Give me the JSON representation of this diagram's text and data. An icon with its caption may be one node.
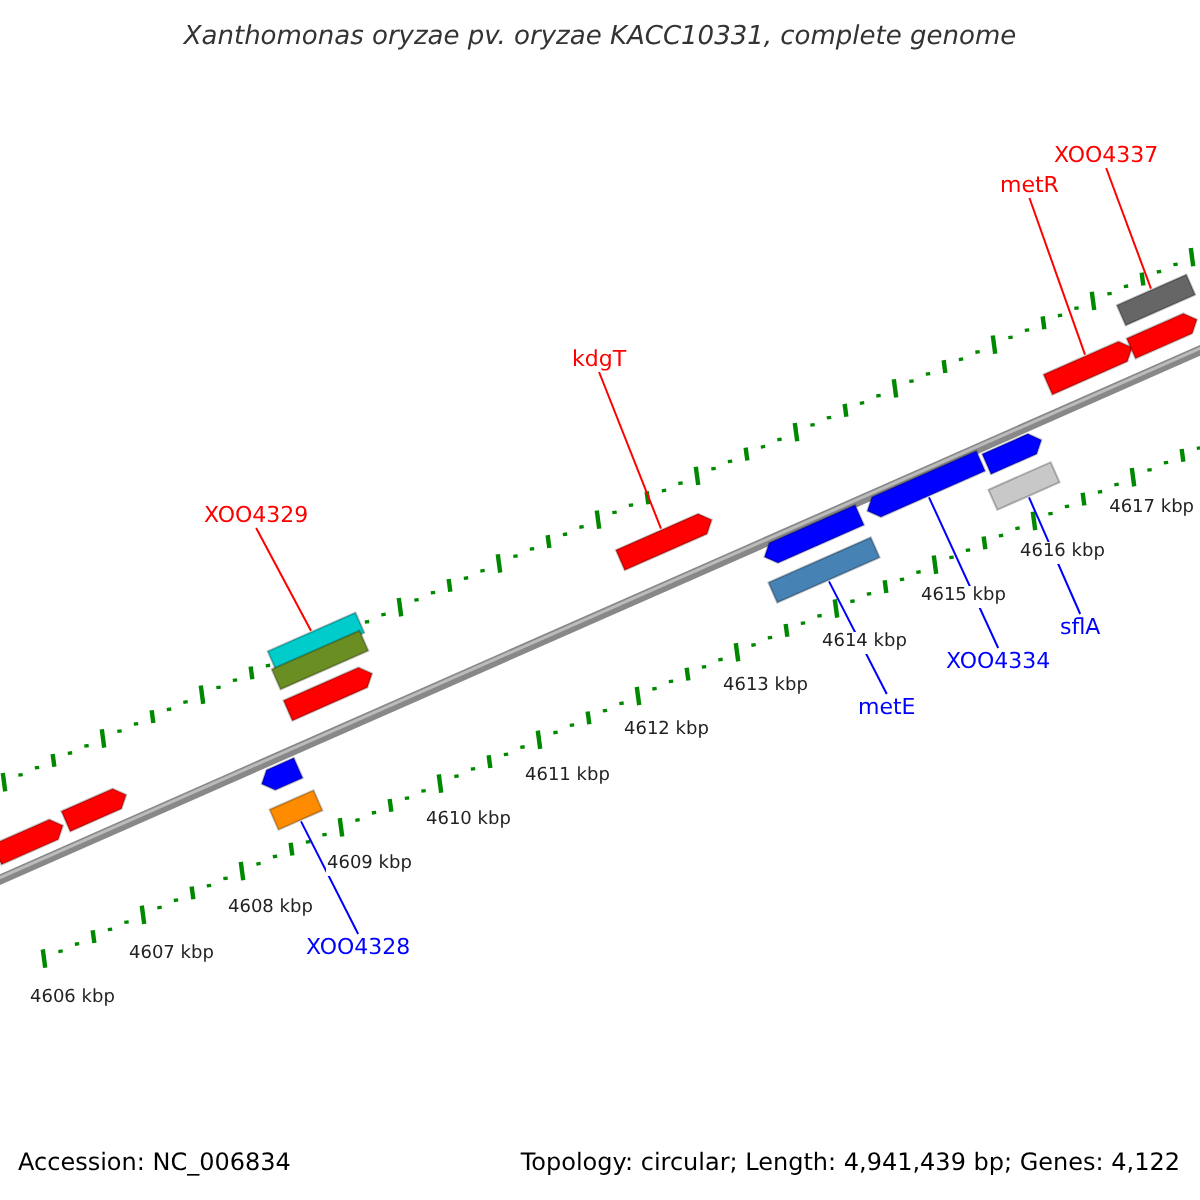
{
  "diagram": {
    "title": "Xanthomonas oryzae pv. oryzae KACC10331, complete genome",
    "nodes": [
      {
        "text": [
          "XOO4337"
        ]
      },
      {
        "text": [
          "metR"
        ]
      },
      {
        "text": [
          "kdgT"
        ]
      },
      {
        "text": [
          "XOO4329"
        ]
      },
      {
        "text": [
          "sflA"
        ]
      },
      {
        "text": [
          "XOO4334"
        ]
      },
      {
        "text": [
          "metE"
        ]
      },
      {
        "text": [
          "XOO4328"
        ]
      },
      {
        "text": [],
        "shape": "arrow"
      },
      {
        "text": [],
        "shape": "arrow"
      },
      {
        "text": [],
        "shape": "arrow"
      },
      {
        "text": [],
        "shape": "bar"
      },
      {
        "text": [],
        "shape": "bar"
      },
      {
        "text": [],
        "shape": "bar"
      },
      {
        "text": [],
        "shape": "arrow"
      },
      {
        "text": [],
        "shape": "arrow"
      },
      {
        "text": [],
        "shape": "arrow"
      },
      {
        "text": [],
        "shape": "bar"
      },
      {
        "text": [],
        "shape": "arrow"
      },
      {
        "text": [],
        "shape": "arrow"
      },
      {
        "text": [],
        "shape": "bar"
      },
      {
        "text": [],
        "shape": "arrow"
      },
      {
        "text": [],
        "shape": "bar"
      },
      {
        "text": [],
        "shape": "arrow"
      }
    ],
    "edges": [
      {
        "from": 0,
        "to": 22,
        "arrow": "none"
      },
      {
        "from": 1,
        "to": 21,
        "arrow": "none"
      },
      {
        "from": 2,
        "to": 15,
        "arrow": "none"
      },
      {
        "from": 3,
        "to": 12,
        "arrow": "none"
      },
      {
        "from": 4,
        "to": 20,
        "arrow": "none",
        "color": "#0000ff"
      },
      {
        "from": 5,
        "to": 18,
        "arrow": "none",
        "color": "#0000ff"
      },
      {
        "from": 6,
        "to": 17,
        "arrow": "none",
        "color": "#0000ff"
      },
      {
        "from": 7,
        "to": 11,
        "arrow": "none",
        "color": "#0000ff"
      }
    ],
    "labels": [
      "4606 kbp",
      "4607 kbp",
      "4608 kbp",
      "4609 kbp",
      "4610 kbp",
      "4611 kbp",
      "4612 kbp",
      "4613 kbp",
      "4614 kbp",
      "4615 kbp",
      "4616 kbp",
      "4617 kbp",
      "Accession: NC_006834",
      "Topology: circular; Length: 4,941,439 bp; Genes: 4,122"
    ]
  }
}
